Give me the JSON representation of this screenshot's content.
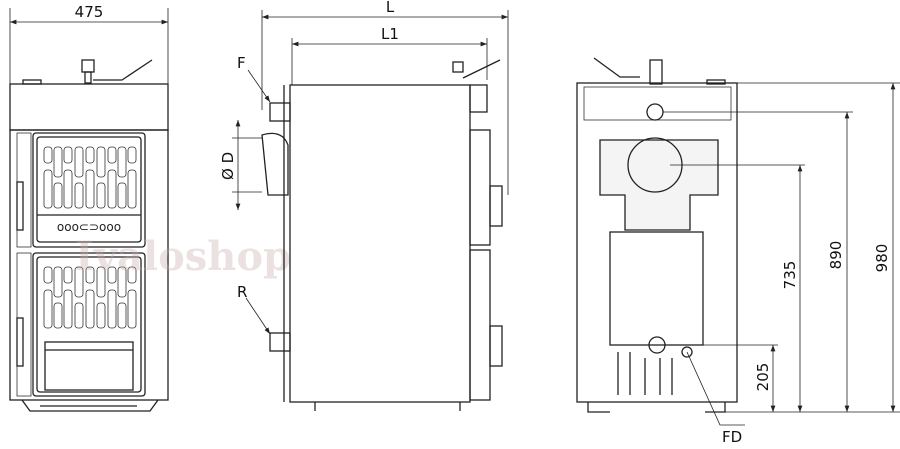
{
  "watermark": "Ivaloshop",
  "front_view": {
    "width_label": "475"
  },
  "side_view": {
    "length_label": "L",
    "length1_label": "L1",
    "flow_label": "F",
    "diameter_label": "Ø D",
    "return_label": "R"
  },
  "rear_view": {
    "heights": [
      "205",
      "735",
      "890",
      "980"
    ],
    "drain_label": "FD"
  },
  "colors": {
    "line": "#222222",
    "watermark": "#c8aaaa"
  }
}
